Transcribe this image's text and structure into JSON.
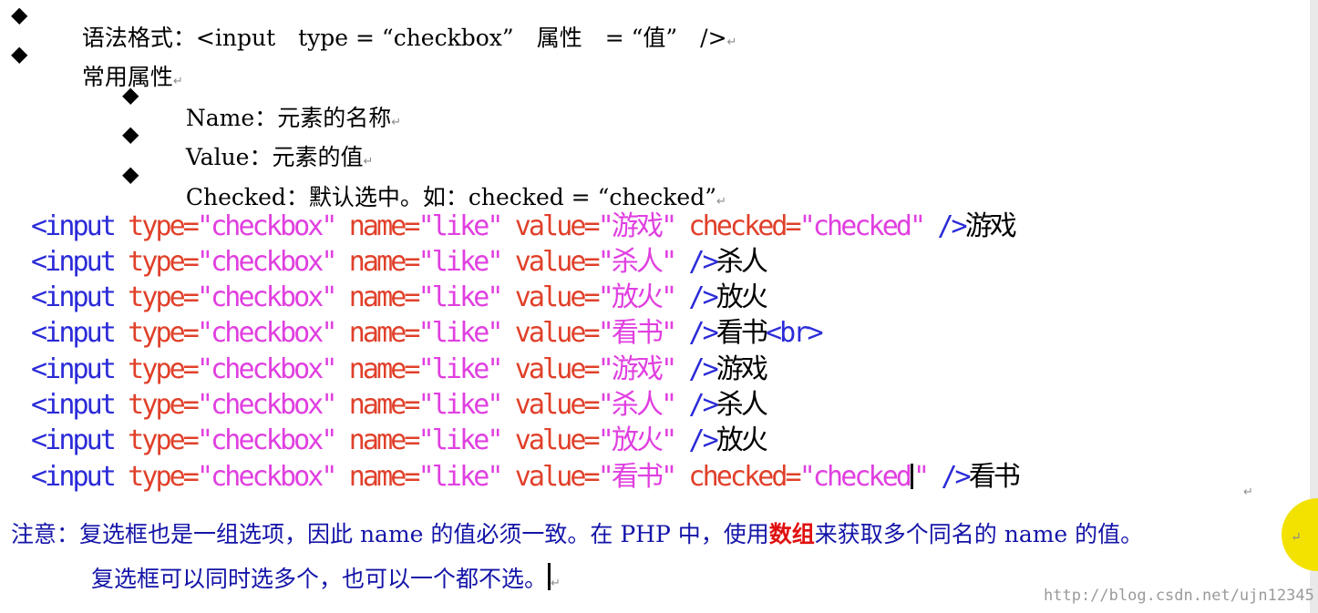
{
  "bullet_glyph": "◆",
  "return_mark": "↵",
  "syntax": {
    "label": "语法格式：",
    "value": "<input　type = “checkbox”　属性　= “值”　/>"
  },
  "common": {
    "label": "常用属性"
  },
  "attributes": [
    {
      "name": "Name：",
      "desc": "元素的名称"
    },
    {
      "name": "Value：",
      "desc": "元素的值"
    },
    {
      "name": "Checked：",
      "desc": "默认选中。如：checked = “checked”"
    }
  ],
  "code_lines": [
    {
      "tag": "<input",
      "type_attr": "type=",
      "type_val": "\"checkbox\"",
      "name_attr": "name=",
      "name_val": "\"like\"",
      "value_attr": "value=",
      "value_val": "\"游戏\"",
      "checked_attr": "checked=",
      "checked_val": "\"checked\"",
      "close": "/>",
      "text": "游戏",
      "br": ""
    },
    {
      "tag": "<input",
      "type_attr": "type=",
      "type_val": "\"checkbox\"",
      "name_attr": "name=",
      "name_val": "\"like\"",
      "value_attr": "value=",
      "value_val": "\"杀人\"",
      "checked_attr": "",
      "checked_val": "",
      "close": "/>",
      "text": "杀人",
      "br": ""
    },
    {
      "tag": "<input",
      "type_attr": "type=",
      "type_val": "\"checkbox\"",
      "name_attr": "name=",
      "name_val": "\"like\"",
      "value_attr": "value=",
      "value_val": "\"放火\"",
      "checked_attr": "",
      "checked_val": "",
      "close": "/>",
      "text": "放火",
      "br": ""
    },
    {
      "tag": "<input",
      "type_attr": "type=",
      "type_val": "\"checkbox\"",
      "name_attr": "name=",
      "name_val": "\"like\"",
      "value_attr": "value=",
      "value_val": "\"看书\"",
      "checked_attr": "",
      "checked_val": "",
      "close": "/>",
      "text": "看书",
      "br": "<br>"
    },
    {
      "tag": "<input",
      "type_attr": "type=",
      "type_val": "\"checkbox\"",
      "name_attr": "name=",
      "name_val": "\"like\"",
      "value_attr": "value=",
      "value_val": "\"游戏\"",
      "checked_attr": "",
      "checked_val": "",
      "close": "/>",
      "text": "游戏",
      "br": ""
    },
    {
      "tag": "<input",
      "type_attr": "type=",
      "type_val": "\"checkbox\"",
      "name_attr": "name=",
      "name_val": "\"like\"",
      "value_attr": "value=",
      "value_val": "\"杀人\"",
      "checked_attr": "",
      "checked_val": "",
      "close": "/>",
      "text": "杀人",
      "br": ""
    },
    {
      "tag": "<input",
      "type_attr": "type=",
      "type_val": "\"checkbox\"",
      "name_attr": "name=",
      "name_val": "\"like\"",
      "value_attr": "value=",
      "value_val": "\"放火\"",
      "checked_attr": "",
      "checked_val": "",
      "close": "/>",
      "text": "放火",
      "br": ""
    },
    {
      "tag": "<input",
      "type_attr": "type=",
      "type_val": "\"checkbox\"",
      "name_attr": "name=",
      "name_val": "\"like\"",
      "value_attr": "value=",
      "value_val": "\"看书\"",
      "checked_attr": "checked=",
      "checked_val": "\"checked",
      "checked_tail": "\"",
      "close": "/>",
      "text": "看书",
      "br": ""
    }
  ],
  "note": {
    "line1_a": "注意：复选框也是一组选项，因此 name 的值必须一致。在 PHP 中，使用",
    "line1_em": "数组",
    "line1_b": "来获取多个同名的 name 的值。",
    "line2": "复选框可以同时选多个，也可以一个都不选。"
  },
  "watermark": "http://blog.csdn.net/ujn12345",
  "colors": {
    "tag": "#2b2bd8",
    "attr": "#e0402a",
    "string": "#e03fe0",
    "note": "#1414a8",
    "emphasis": "#e01010"
  }
}
